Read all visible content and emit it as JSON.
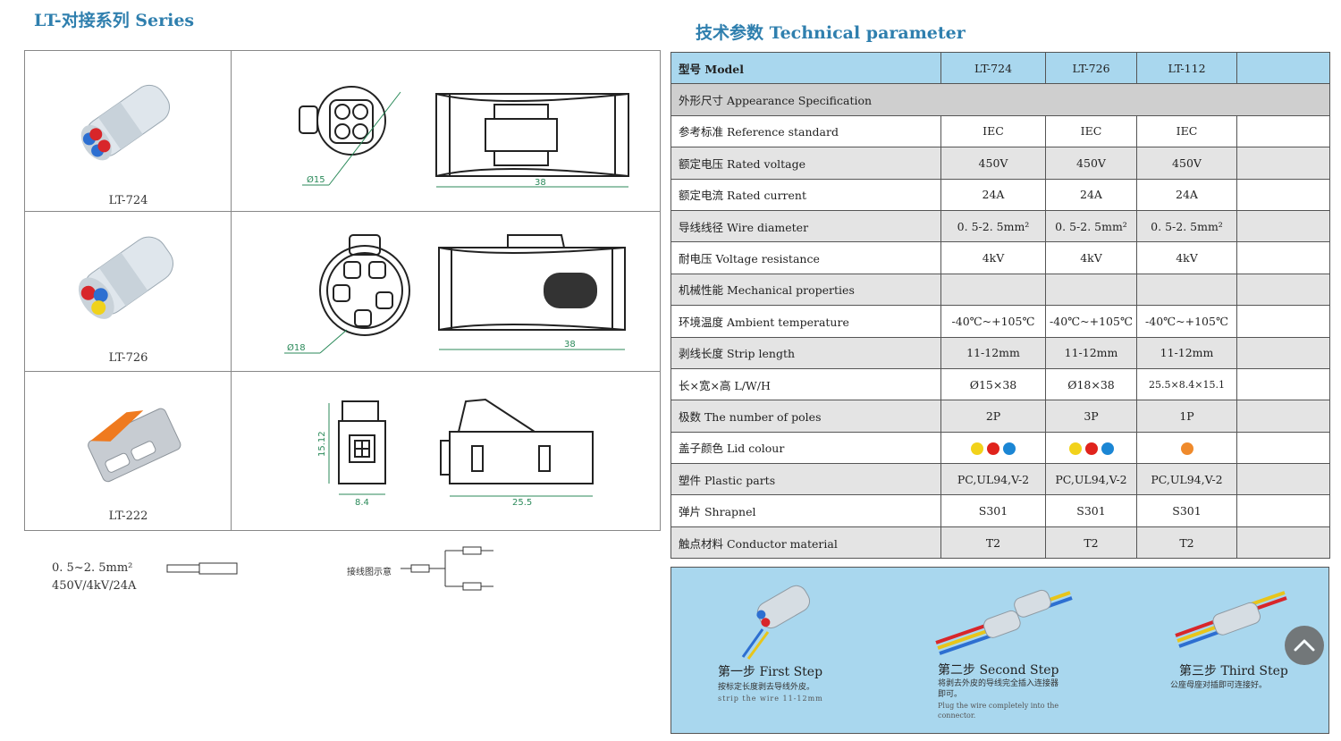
{
  "series_title": "LT-对接系列 Series",
  "tech_title": "技术参数 Technical parameter",
  "products": [
    {
      "label": "LT-724",
      "dim_a": "Ø15",
      "dim_b": "38"
    },
    {
      "label": "LT-726",
      "dim_a": "Ø18",
      "dim_b": "38"
    },
    {
      "label": "LT-222",
      "dim_a": "15.12",
      "dim_b": "8.4",
      "dim_c": "25.5"
    }
  ],
  "spec_note": {
    "line1": "0. 5~2. 5mm²",
    "line2": "450V/4kV/24A"
  },
  "wiring_label": "接线图示意",
  "params": {
    "header": {
      "label": "型号 Model",
      "cols": [
        "LT-724",
        "LT-726",
        "LT-112",
        ""
      ]
    },
    "rows": [
      {
        "label": "外形尺寸 Appearance Specification",
        "type": "section",
        "values": []
      },
      {
        "label": "参考标准 Reference standard",
        "values": [
          "IEC",
          "IEC",
          "IEC",
          ""
        ]
      },
      {
        "label": "额定电压 Rated voltage",
        "values": [
          "450V",
          "450V",
          "450V",
          ""
        ]
      },
      {
        "label": "额定电流 Rated current",
        "values": [
          "24A",
          "24A",
          "24A",
          ""
        ]
      },
      {
        "label": "导线线径 Wire diameter",
        "values": [
          "0. 5-2. 5mm²",
          "0. 5-2. 5mm²",
          "0. 5-2. 5mm²",
          ""
        ]
      },
      {
        "label": "耐电压 Voltage resistance",
        "values": [
          "4kV",
          "4kV",
          "4kV",
          ""
        ]
      },
      {
        "label": "机械性能 Mechanical properties",
        "values": [
          "",
          "",
          "",
          ""
        ]
      },
      {
        "label": "环境温度 Ambient temperature",
        "values": [
          "-40℃~+105℃",
          "-40℃~+105℃",
          "-40℃~+105℃",
          ""
        ]
      },
      {
        "label": "剥线长度 Strip length",
        "values": [
          "11-12mm",
          "11-12mm",
          "11-12mm",
          ""
        ]
      },
      {
        "label": "长×宽×高  L/W/H",
        "values": [
          "Ø15×38",
          "Ø18×38",
          "25.5×8.4×15.1",
          ""
        ]
      },
      {
        "label": "极数 The number of poles",
        "values": [
          "2P",
          "3P",
          "1P",
          ""
        ]
      },
      {
        "label": "盖子颜色 Lid colour",
        "values": [
          "",
          "",
          "",
          ""
        ],
        "dots": [
          [
            "#f2d21b",
            "#e0231c",
            "#1b86d4"
          ],
          [
            "#f2d21b",
            "#e0231c",
            "#1b86d4"
          ],
          [
            "#ef8a2c"
          ]
        ]
      },
      {
        "label": "塑件 Plastic parts",
        "values": [
          "PC,UL94,V-2",
          "PC,UL94,V-2",
          "PC,UL94,V-2",
          ""
        ]
      },
      {
        "label": "弹片 Shrapnel",
        "values": [
          "S301",
          "S301",
          "S301",
          ""
        ]
      },
      {
        "label": "触点材料 Conductor material",
        "values": [
          "T2",
          "T2",
          "T2",
          ""
        ]
      }
    ]
  },
  "steps": [
    {
      "title": "第一步 First Step",
      "cn": "按标定长度剥去导线外皮。",
      "en": "strip the wire 11-12mm"
    },
    {
      "title": "第二步 Second Step",
      "cn": "将剥去外皮的导线完全插入连接器即可。",
      "en": "Plug the wire completely into the connector."
    },
    {
      "title": "第三步 Third Step",
      "cn": "公座母座对插即可连接好。",
      "en": ""
    }
  ],
  "icons": {
    "scroll_top": "chevron-up-icon"
  }
}
